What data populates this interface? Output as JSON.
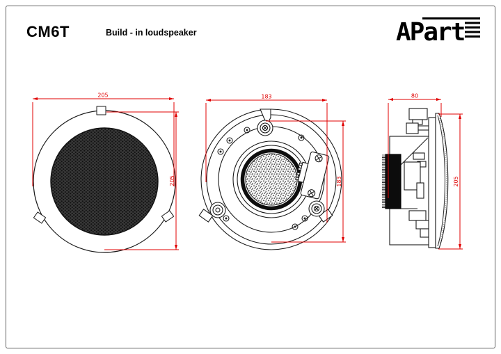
{
  "page": {
    "background": "#ffffff",
    "border_color": "#606060"
  },
  "header": {
    "model": "CM6T",
    "product_type": "Build - in loudspeaker",
    "brand": "APart"
  },
  "drawing": {
    "colors": {
      "dimension": "#e00000",
      "line": "#1a1a1a",
      "grille_mesh": "#2e2e2e"
    },
    "views": {
      "front_with_grille": {
        "width": "205",
        "height": "205"
      },
      "front_without_grille": {
        "width": "183",
        "height": "183"
      },
      "side": {
        "depth": "80",
        "height": "205"
      }
    }
  }
}
